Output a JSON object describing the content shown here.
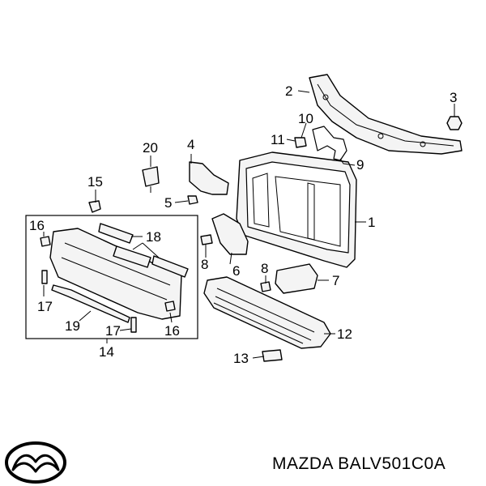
{
  "callouts": {
    "c1": "1",
    "c2": "2",
    "c3": "3",
    "c4": "4",
    "c5": "5",
    "c6": "6",
    "c7": "7",
    "c8a": "8",
    "c8b": "8",
    "c9": "9",
    "c10": "10",
    "c11": "11",
    "c12": "12",
    "c13": "13",
    "c14": "14",
    "c15": "15",
    "c16a": "16",
    "c16b": "16",
    "c17a": "17",
    "c17b": "17",
    "c18": "18",
    "c19": "19",
    "c20": "20"
  },
  "caption": {
    "text": "MAZDA BALV501C0A"
  },
  "logo": {
    "icon": "mazda-logo-icon"
  },
  "colors": {
    "line": "#000000",
    "background": "#ffffff",
    "part_fill": "#f4f4f4"
  }
}
